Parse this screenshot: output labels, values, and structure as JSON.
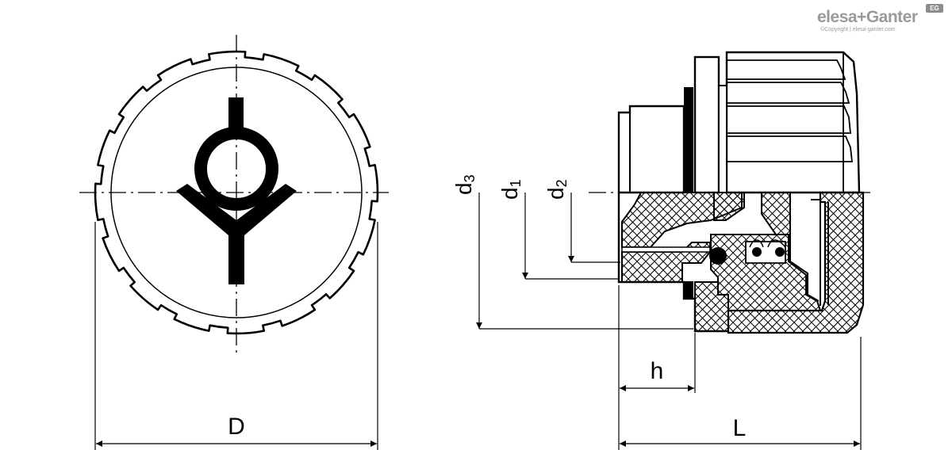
{
  "logo": {
    "brand": "elesa+Ganter",
    "copyright": "©Copyright | elesa-ganter.com",
    "badge": "EG"
  },
  "dimensions": {
    "D": "D",
    "L": "L",
    "h": "h",
    "d1": "d",
    "d1_sub": "1",
    "d2": "d",
    "d2_sub": "2",
    "d3": "d",
    "d3_sub": "3"
  },
  "colors": {
    "line": "#000000",
    "logo": "#9a9a9a"
  }
}
